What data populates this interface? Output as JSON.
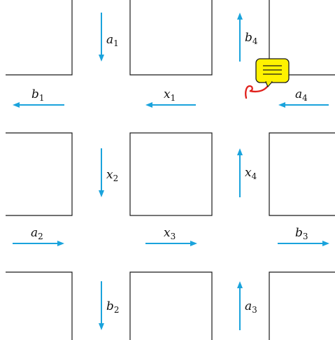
{
  "diagram": {
    "flows": [
      {
        "id": "a1",
        "letter": "a",
        "sub": "1",
        "direction": "down"
      },
      {
        "id": "b4",
        "letter": "b",
        "sub": "4",
        "direction": "up"
      },
      {
        "id": "b1",
        "letter": "b",
        "sub": "1",
        "direction": "left"
      },
      {
        "id": "x1",
        "letter": "x",
        "sub": "1",
        "direction": "left"
      },
      {
        "id": "a4",
        "letter": "a",
        "sub": "4",
        "direction": "left"
      },
      {
        "id": "x2",
        "letter": "x",
        "sub": "2",
        "direction": "down"
      },
      {
        "id": "x4",
        "letter": "x",
        "sub": "4",
        "direction": "up"
      },
      {
        "id": "a2",
        "letter": "a",
        "sub": "2",
        "direction": "right"
      },
      {
        "id": "x3",
        "letter": "x",
        "sub": "3",
        "direction": "right"
      },
      {
        "id": "b3",
        "letter": "b",
        "sub": "3",
        "direction": "right"
      },
      {
        "id": "b2",
        "letter": "b",
        "sub": "2",
        "direction": "down"
      },
      {
        "id": "a3",
        "letter": "a",
        "sub": "3",
        "direction": "up"
      }
    ],
    "colors": {
      "arrow": "#1aa3dc",
      "lines": "#1a1a1a",
      "note_fill": "#fff200",
      "note_pin": "#e0201b"
    },
    "icons": {
      "note": "comment-note-icon"
    }
  }
}
